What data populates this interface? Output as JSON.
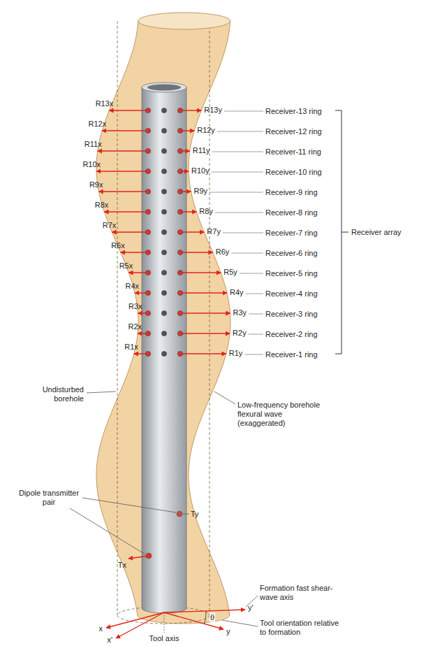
{
  "diagram": {
    "labels": [
      "R13x",
      "R13y",
      "Receiver-13 ring",
      "R12x",
      "R12y",
      "Receiver-12 ring",
      "R11x",
      "R11y",
      "Receiver-11 ring",
      "R10x",
      "R10y",
      "Receiver-10 ring",
      "R9x",
      "R9y",
      "Receiver-9 ring",
      "R8x",
      "R8y",
      "Receiver-8 ring",
      "R7x",
      "R7y",
      "Receiver-7 ring",
      "R6x",
      "R6y",
      "Receiver-6 ring",
      "R5x",
      "R5y",
      "Receiver-5 ring",
      "R4x",
      "R4y",
      "Receiver-4 ring",
      "R3x",
      "R3y",
      "Receiver-3 ring",
      "R2x",
      "R2y",
      "Receiver-2 ring",
      "R1x",
      "R1y",
      "Receiver-1 ring",
      "Receiver array",
      "Undisturbed borehole",
      "Low-frequency borehole flexural wave (exaggerated)",
      "Dipole transmitter pair",
      "Ty",
      "Tx",
      "Formation fast shear-wave axis",
      "θ",
      "y'",
      "x",
      "x'",
      "y",
      "Tool orientation relative to formation",
      "Tool axis"
    ]
  }
}
